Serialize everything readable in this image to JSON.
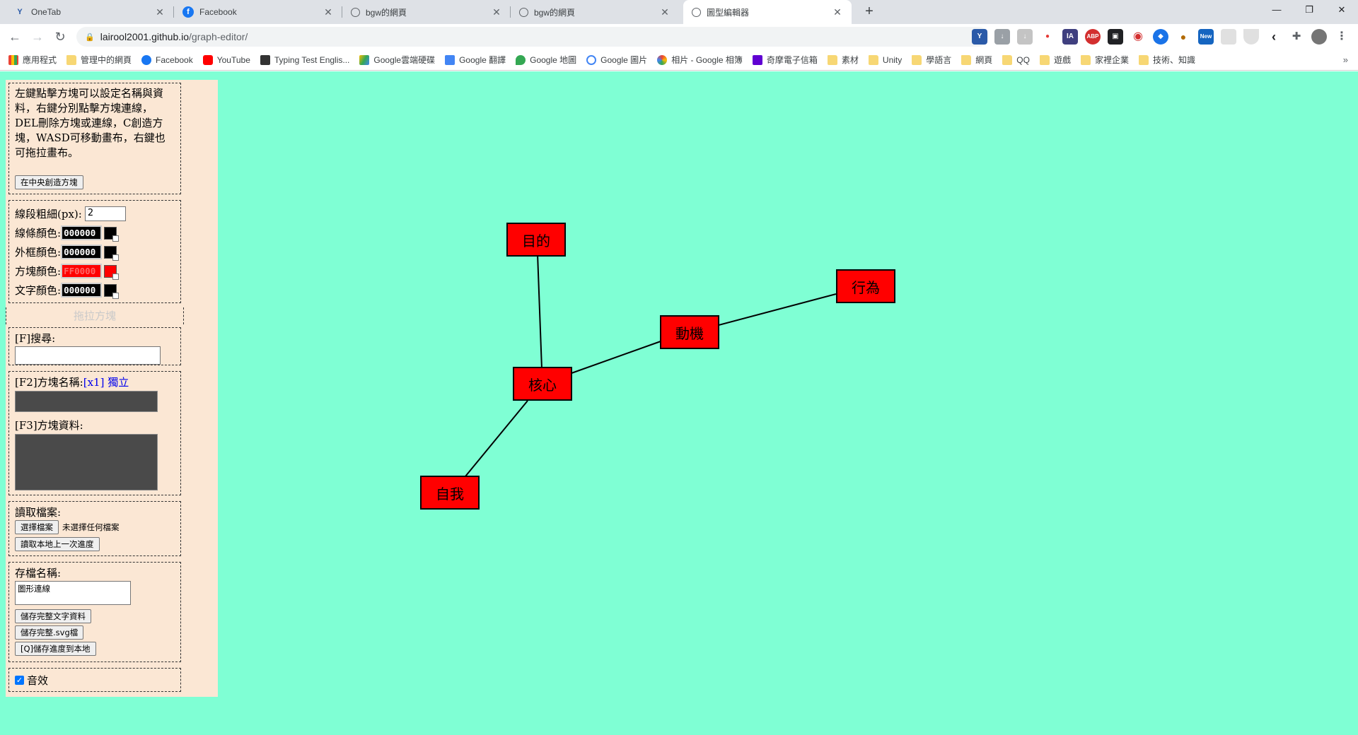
{
  "browser": {
    "tabs": [
      {
        "title": "OneTab",
        "icon": "onetab-icon"
      },
      {
        "title": "Facebook",
        "icon": "facebook-icon"
      },
      {
        "title": "bgw的網頁",
        "icon": "globe-icon"
      },
      {
        "title": "bgw的網頁",
        "icon": "globe-icon"
      },
      {
        "title": "圖型編輯器",
        "icon": "globe-icon"
      }
    ],
    "active_tab": 4,
    "url_host": "lairool2001.github.io",
    "url_path": "/graph-editor/",
    "bookmarks": [
      "應用程式",
      "管理中的網頁",
      "Facebook",
      "YouTube",
      "Typing Test Englis...",
      "Google雲端硬碟",
      "Google 翻譯",
      "Google 地圖",
      "Google 圖片",
      "相片 - Google 相簿",
      "奇摩電子信箱",
      "素材",
      "Unity",
      "學語言",
      "網頁",
      "QQ",
      "遊戲",
      "家裡企業",
      "技術、知識"
    ]
  },
  "panel": {
    "description": "左鍵點擊方塊可以設定名稱與資料，右鍵分別點擊方塊連線，DEL刪除方塊或連線，C創造方塊，WASD可移動畫布，右鍵也可拖拉畫布。",
    "create_center_button": "在中央創造方塊",
    "line_width_label": "線段粗細(px):",
    "line_width_value": "2",
    "line_color_label": "線條顏色:",
    "line_color_value": "000000",
    "border_color_label": "外框顏色:",
    "border_color_value": "000000",
    "block_color_label": "方塊顏色:",
    "block_color_value": "FF0000",
    "text_color_label": "文字顏色:",
    "text_color_value": "000000",
    "drag_block_label": "拖拉方塊",
    "search_label": "[F]搜尋:",
    "block_name_label": "[F2]方塊名稱:",
    "x1_link": "[x1]",
    "independent_link": "獨立",
    "block_data_label": "[F3]方塊資料:",
    "read_file_label": "讀取檔案:",
    "choose_file_button": "選擇檔案",
    "no_file_text": "未選擇任何檔案",
    "read_local_button": "讀取本地上一次進度",
    "save_name_label": "存檔名稱:",
    "save_name_value": "圖形連線",
    "save_text_button": "儲存完整文字資料",
    "save_svg_button": "儲存完整.svg檔",
    "save_local_button": "[Q]儲存進度到本地",
    "sound_label": "音效",
    "sound_checked": true
  },
  "graph": {
    "background": "#7fffd4",
    "block_color": "#ff0000",
    "nodes": [
      {
        "id": "goal",
        "label": "目的"
      },
      {
        "id": "behavior",
        "label": "行為"
      },
      {
        "id": "motive",
        "label": "動機"
      },
      {
        "id": "core",
        "label": "核心"
      },
      {
        "id": "self",
        "label": "自我"
      }
    ],
    "edges": [
      [
        "goal",
        "core"
      ],
      [
        "core",
        "motive"
      ],
      [
        "motive",
        "behavior"
      ],
      [
        "core",
        "self"
      ]
    ]
  }
}
